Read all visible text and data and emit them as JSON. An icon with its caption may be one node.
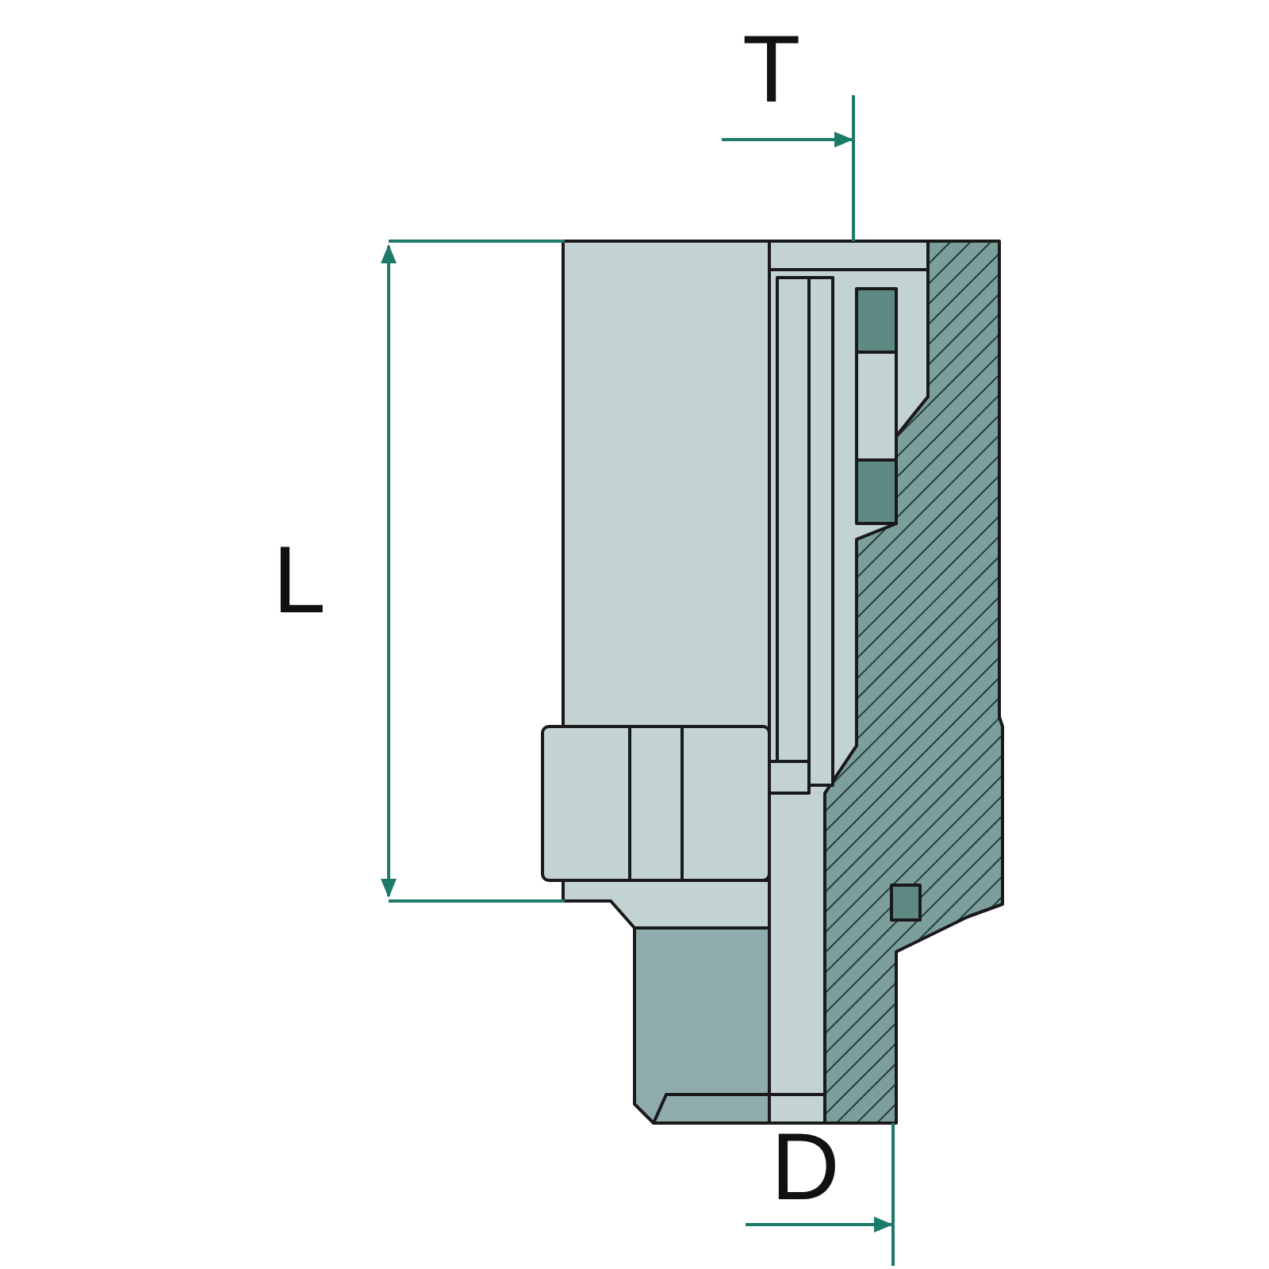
{
  "diagram": {
    "labels": [
      "T",
      "L",
      "D"
    ]
  }
}
